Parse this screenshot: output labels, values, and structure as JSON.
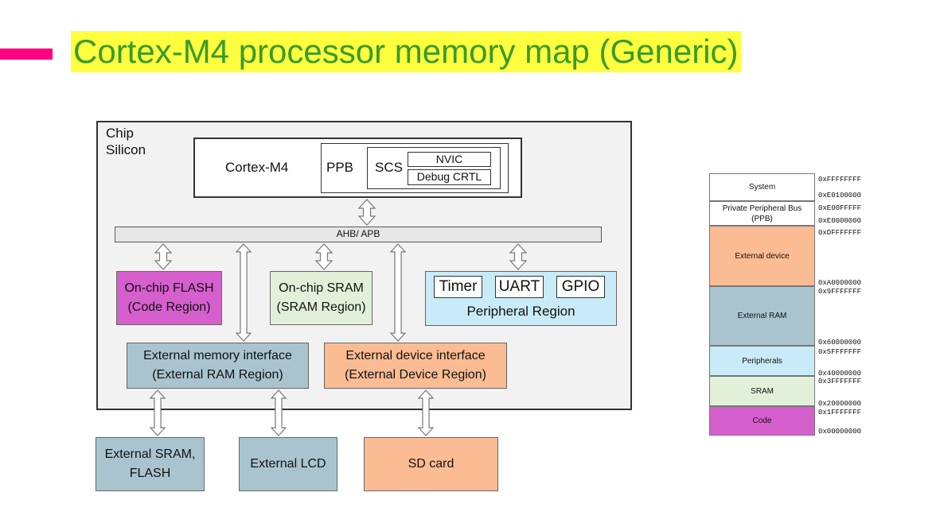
{
  "title": "Cortex-M4 processor memory map (Generic)",
  "colors": {
    "accent": "#ff0080",
    "title_highlight": "#ffff40",
    "title_text": "#3a9a2a",
    "flash": "#d65fce",
    "sram": "#e2f0d9",
    "peripheral": "#c8ebf7",
    "ext_ram": "#a9c4ce",
    "ext_device": "#fbbc93"
  },
  "diagram": {
    "chip_label_1": "Chip",
    "chip_label_2": "Silicon",
    "core_label": "Cortex-M4",
    "ppb_label": "PPB",
    "scs_label": "SCS",
    "nvic_label": "NVIC",
    "debug_label": "Debug CRTL",
    "bus_label": "AHB/ APB",
    "flash": {
      "line1": "On-chip FLASH",
      "line2": "(Code Region)"
    },
    "sram": {
      "line1": "On-chip SRAM",
      "line2": "(SRAM Region)"
    },
    "peripheral": {
      "timer": "Timer",
      "uart": "UART",
      "gpio": "GPIO",
      "label": "Peripheral Region"
    },
    "ext_mem": {
      "line1": "External memory interface",
      "line2": "(External RAM Region)"
    },
    "ext_dev": {
      "line1": "External device interface",
      "line2": "(External Device Region)"
    },
    "ext_sram": {
      "line1": "External SRAM,",
      "line2": "FLASH"
    },
    "ext_lcd": "External LCD",
    "sd_card": "SD card"
  },
  "memory_map": {
    "regions": {
      "system": "System",
      "ppb_1": "Private Peripheral Bus",
      "ppb_2": "(PPB)",
      "ext_device": "External device",
      "ext_ram": "External RAM",
      "peripherals": "Peripherals",
      "sram": "SRAM",
      "code": "Code"
    },
    "addresses": {
      "a_top": "0xFFFFFFFF",
      "a_e010": "0xE0100000",
      "a_e00f": "0xE00FFFFF",
      "a_e000": "0xE0000000",
      "a_dfff": "0xDFFFFFFF",
      "a_a000": "0xA0000000",
      "a_9fff": "0x9FFFFFFF",
      "a_6000": "0x60000000",
      "a_5fff": "0x5FFFFFFF",
      "a_4000": "0x40000000",
      "a_3fff": "0x3FFFFFFF",
      "a_2000": "0x20000000",
      "a_1fff": "0x1FFFFFFF",
      "a_0000": "0x00000000"
    }
  }
}
